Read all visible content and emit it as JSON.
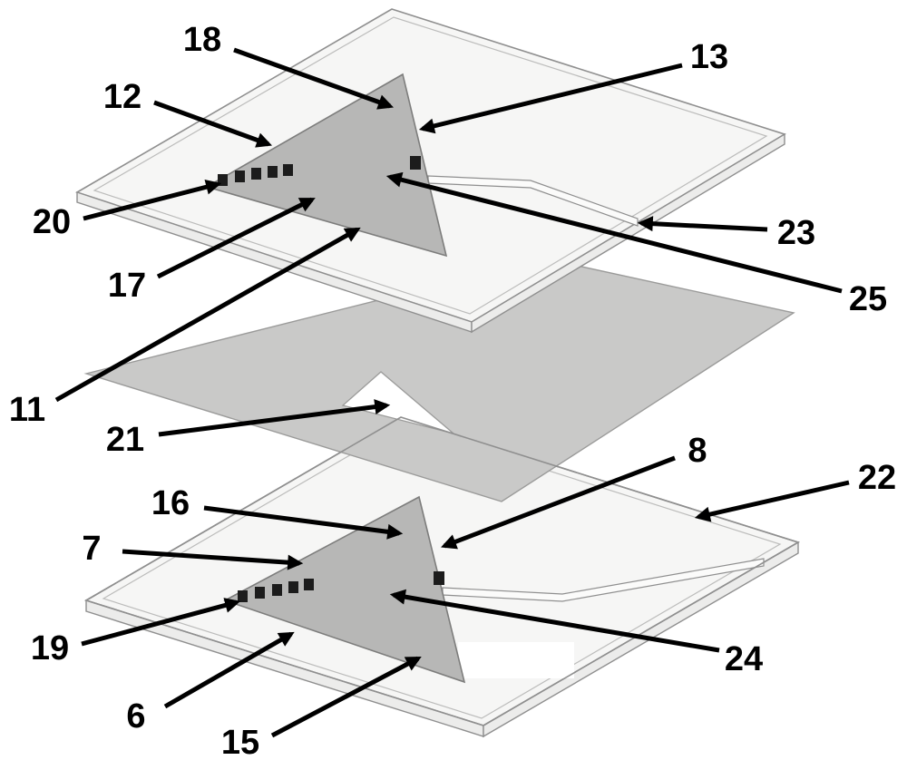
{
  "colors": {
    "bg": "#ffffff",
    "substrate_fill": "#f6f6f5",
    "substrate_side_fill": "#ececeb",
    "substrate_stroke": "#8f8f8f",
    "inner_outline": "#bcbcbb",
    "sheet_fill": "#c9c9c8",
    "sheet_stroke": "#9b9b9a",
    "slot_fill": "#ffffff",
    "patch_fill": "#b7b7b6",
    "patch_stroke": "#7d7d7c",
    "feed_fill": "#fbfbfa",
    "via_fill": "#1c1c1c",
    "label_color": "#000000"
  },
  "labels": [
    "18",
    "13",
    "12",
    "20",
    "17",
    "23",
    "25",
    "11",
    "21",
    "8",
    "22",
    "16",
    "7",
    "19",
    "24",
    "6",
    "15"
  ]
}
